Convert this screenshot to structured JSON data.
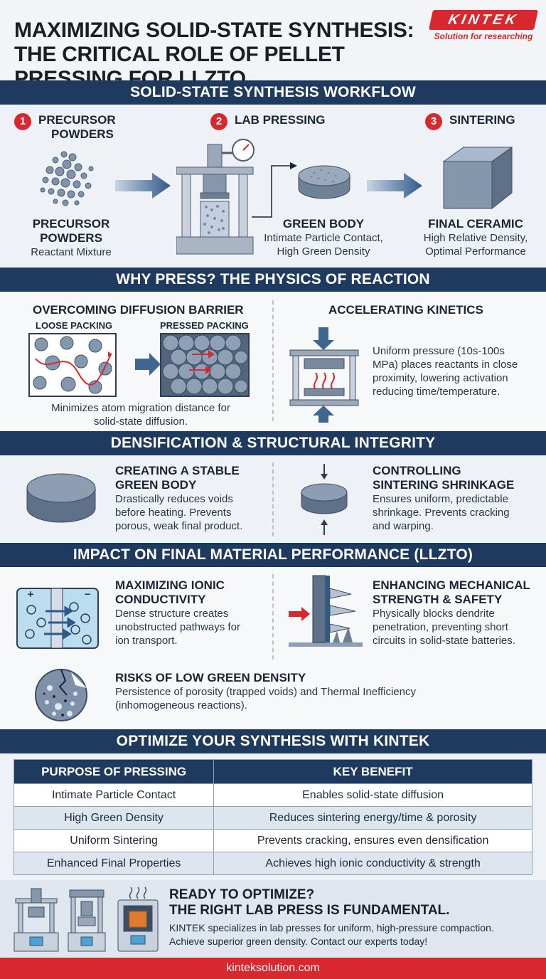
{
  "header": {
    "title_line1": "MAXIMIZING SOLID-STATE SYNTHESIS:",
    "title_line2": "THE CRITICAL ROLE OF PELLET PRESSING FOR LLZTO",
    "logo_text": "KINTEK",
    "logo_tagline": "Solution for researching"
  },
  "workflow": {
    "band": "SOLID-STATE SYNTHESIS WORKFLOW",
    "steps": [
      {
        "num": "1",
        "label_line1": "PRECURSOR",
        "label_line2": "POWDERS",
        "title_line1": "PRECURSOR",
        "title_line2": "POWDERS",
        "sub_line1": "Reactant Mixture",
        "sub_line2": ""
      },
      {
        "num": "2",
        "label_line1": "LAB PRESSING",
        "label_line2": "",
        "title_line1": "GREEN BODY",
        "title_line2": "",
        "sub_line1": "Intimate Particle Contact,",
        "sub_line2": "High Green Density"
      },
      {
        "num": "3",
        "label_line1": "SINTERING",
        "label_line2": "",
        "title_line1": "FINAL CERAMIC",
        "title_line2": "",
        "sub_line1": "High Relative Density,",
        "sub_line2": "Optimal Performance"
      }
    ]
  },
  "physics": {
    "band": "WHY PRESS? THE PHYSICS OF REACTION",
    "left": {
      "title": "OVERCOMING DIFFUSION BARRIER",
      "loose_label": "LOOSE PACKING",
      "pressed_label": "PRESSED PACKING",
      "caption_line1": "Minimizes atom migration distance for",
      "caption_line2": "solid-state diffusion."
    },
    "right": {
      "title": "ACCELERATING KINETICS",
      "text_line1": "Uniform pressure (10s-100s",
      "text_line2": "MPa) places reactants in close",
      "text_line3": "proximity, lowering activation",
      "text_line4": "reducing time/temperature."
    }
  },
  "densification": {
    "band": "DENSIFICATION & STRUCTURAL INTEGRITY",
    "left": {
      "title_line1": "CREATING A STABLE",
      "title_line2": "GREEN BODY",
      "text_line1": "Drastically reduces voids",
      "text_line2": "before heating. Prevents",
      "text_line3": "porous, weak final product."
    },
    "right": {
      "title_line1": "CONTROLLING",
      "title_line2": "SINTERING SHRINKAGE",
      "text_line1": "Ensures uniform, predictable",
      "text_line2": "shrinkage. Prevents cracking",
      "text_line3": "and warping."
    }
  },
  "impact": {
    "band": "IMPACT ON FINAL MATERIAL PERFORMANCE (LLZTO)",
    "left": {
      "title_line1": "MAXIMIZING IONIC",
      "title_line2": "CONDUCTIVITY",
      "text_line1": "Dense structure creates",
      "text_line2": "unobstructed pathways for",
      "text_line3": "ion transport."
    },
    "right": {
      "title_line1": "ENHANCING MECHANICAL",
      "title_line2": "STRENGTH & SAFETY",
      "text_line1": "Physically blocks dendrite",
      "text_line2": "penetration, preventing short",
      "text_line3": "circuits in solid-state batteries."
    },
    "risk": {
      "title": "RISKS OF LOW GREEN DENSITY",
      "text_line1": "Persistence of porosity (trapped voids) and Thermal Inefficiency",
      "text_line2": "(inhomogeneous reactions)."
    }
  },
  "optimize": {
    "band": "OPTIMIZE YOUR SYNTHESIS WITH KINTEK",
    "table": {
      "headers": [
        "PURPOSE OF PRESSING",
        "KEY BENEFIT"
      ],
      "rows": [
        [
          "Intimate Particle Contact",
          "Enables solid-state diffusion"
        ],
        [
          "High Green Density",
          "Reduces sintering energy/time & porosity"
        ],
        [
          "Uniform Sintering",
          "Prevents cracking, ensures even densification"
        ],
        [
          "Enhanced Final Properties",
          "Achieves high ionic conductivity & strength"
        ]
      ]
    }
  },
  "cta": {
    "title_line1": "READY TO OPTIMIZE?",
    "title_line2": "THE RIGHT LAB PRESS IS FUNDAMENTAL.",
    "text_line1": "KINTEK specializes in lab presses for uniform, high-pressure compaction.",
    "text_line2": "Achieve superior green density. Contact our experts today!"
  },
  "footer": {
    "url": "kinteksolution.com"
  },
  "colors": {
    "navy": "#1e3a5f",
    "red": "#d9272e",
    "steel": "#8a9bb0"
  }
}
